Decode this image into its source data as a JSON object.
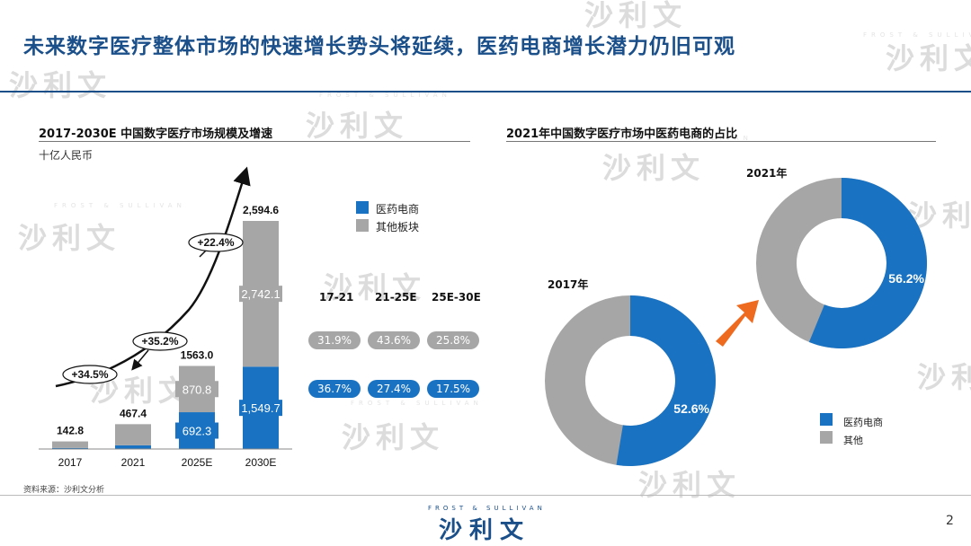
{
  "header": {
    "title": "未来数字医疗整体市场的快速增长势头将延续，医药电商增长潜力仍旧可观"
  },
  "left": {
    "section_title": "2017-2030E 中国数字医疗市场规模及增速",
    "unit": "十亿人民币",
    "legend": [
      "医药电商",
      "其他板块"
    ],
    "cagr_headers": [
      "17-21",
      "21-25E",
      "25E-30E"
    ],
    "cagr_other": [
      "31.9%",
      "43.6%",
      "25.8%"
    ],
    "cagr_ecom": [
      "36.7%",
      "27.4%",
      "17.5%"
    ],
    "growth_labels": [
      "+34.5%",
      "+35.2%",
      "+22.4%"
    ]
  },
  "right": {
    "section_title": "2021年中国数字医疗市场中医药电商的占比",
    "legend": [
      "医药电商",
      "其他"
    ]
  },
  "footer": {
    "source": "资料来源：沙利文分析",
    "logo": "沙利文",
    "logo_sub": "FROST & SULLIVAN",
    "page": "2"
  },
  "watermark": {
    "text": "沙利文",
    "sub": "FROST & SULLIVAN"
  },
  "colors": {
    "ecom": "#1a73c2",
    "other": "#a6a6a6",
    "accent": "#1a4f8a",
    "arrow": "#ee6a1f"
  },
  "chart_data": [
    {
      "type": "bar",
      "stacked": true,
      "categories": [
        "2017",
        "2021",
        "2025E",
        "2030E"
      ],
      "totals": [
        "142.8",
        "467.4",
        "1563.0",
        "2,594.6"
      ],
      "series": [
        {
          "name": "医药电商",
          "values": [
            null,
            null,
            692.3,
            1549.7
          ],
          "labels": [
            "",
            "",
            "692.3",
            "1,549.7"
          ]
        },
        {
          "name": "其他板块",
          "values": [
            null,
            null,
            870.8,
            2742.1
          ],
          "labels": [
            "",
            "",
            "870.8",
            "2,742.1"
          ]
        }
      ],
      "approx_values": {
        "医药电商": [
          20,
          70,
          692.3,
          1549.7
        ],
        "其他板块": [
          122.8,
          397.4,
          870.8,
          2742.1
        ]
      }
    },
    {
      "type": "pie",
      "donut": true,
      "title": "2021年",
      "slices": [
        {
          "name": "医药电商",
          "value": 56.2,
          "label": "56.2%"
        },
        {
          "name": "其他",
          "value": 43.8
        }
      ]
    },
    {
      "type": "pie",
      "donut": true,
      "title": "2017年",
      "slices": [
        {
          "name": "医药电商",
          "value": 52.6,
          "label": "52.6%"
        },
        {
          "name": "其他",
          "value": 47.4
        }
      ]
    }
  ]
}
